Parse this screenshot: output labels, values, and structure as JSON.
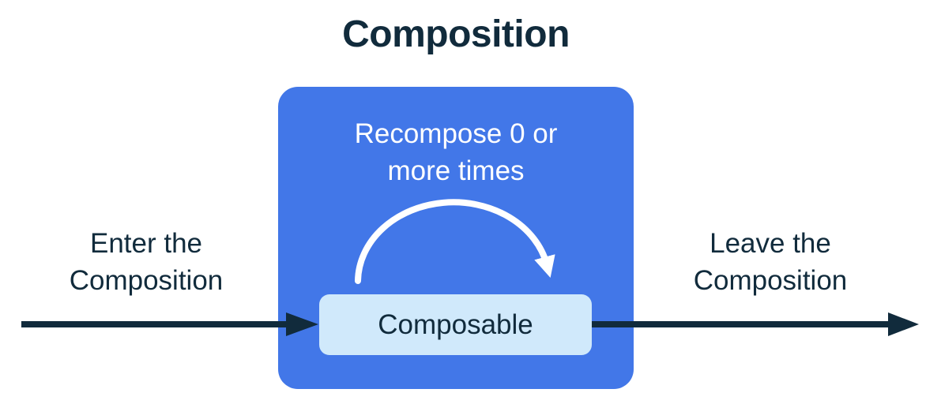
{
  "diagram": {
    "title": "Composition",
    "enter_label": "Enter the\nComposition",
    "leave_label": "Leave the\nComposition",
    "composition_box": {
      "recompose_label": "Recompose 0 or\nmore times",
      "composable_label": "Composable"
    },
    "colors": {
      "box_blue": "#4277e8",
      "composable_fill": "#d0e9fb",
      "dark_navy": "#112b3c",
      "arrow_white": "#ffffff"
    }
  }
}
